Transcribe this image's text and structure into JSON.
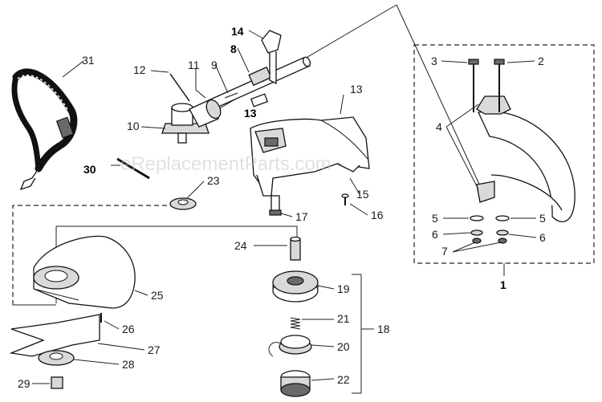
{
  "watermark": "eReplacementParts.com",
  "callouts": {
    "p1": "1",
    "p2": "2",
    "p3": "3",
    "p4": "4",
    "p5a": "5",
    "p5b": "5",
    "p6a": "6",
    "p6b": "6",
    "p7": "7",
    "p8": "8",
    "p9": "9",
    "p10": "10",
    "p11": "11",
    "p12": "12",
    "p13a": "13",
    "p13b": "13",
    "p14": "14",
    "p15": "15",
    "p16": "16",
    "p17": "17",
    "p18": "18",
    "p19": "19",
    "p20": "20",
    "p21": "21",
    "p22": "22",
    "p23": "23",
    "p24": "24",
    "p25": "25",
    "p26": "26",
    "p27": "27",
    "p28": "28",
    "p29": "29",
    "p30": "30",
    "p31": "31"
  }
}
